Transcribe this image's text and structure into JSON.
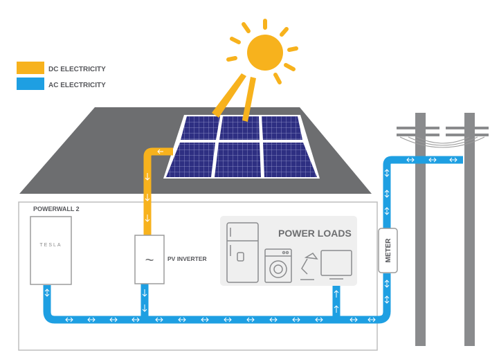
{
  "legend": {
    "items": [
      {
        "label": "DC ELECTRICITY",
        "color": "#F7B21D"
      },
      {
        "label": "AC ELECTRICITY",
        "color": "#1E9FE2"
      }
    ]
  },
  "labels": {
    "powerwall": "POWERWALL 2",
    "tesla_logo": "TESLA",
    "inverter": "PV INVERTER",
    "inverter_symbol": "~",
    "loads": "POWER LOADS",
    "meter": "METER"
  },
  "colors": {
    "dc": "#F7B21D",
    "ac": "#1E9FE2",
    "sun": "#F7B21D",
    "roof": "#6D6E70",
    "panel": "#2E2F82",
    "pole": "#8A8B8D"
  },
  "icons": [
    "sun-icon",
    "solar-panel-icon",
    "fridge-icon",
    "washer-icon",
    "lamp-icon",
    "tv-icon",
    "utility-pole-icon"
  ]
}
